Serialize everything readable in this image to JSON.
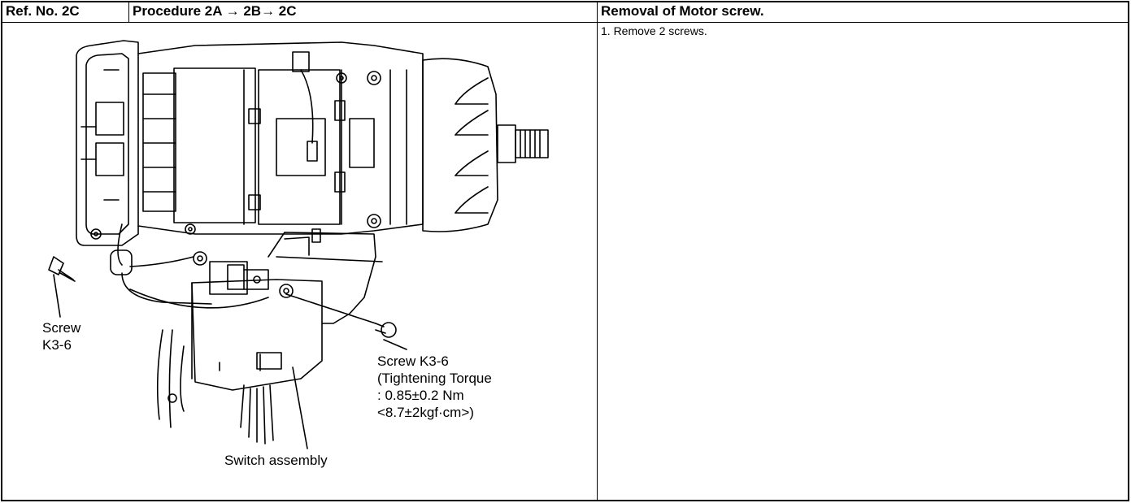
{
  "header": {
    "ref_no": "Ref. No. 2C",
    "procedure": "Procedure  2A → 2B→ 2C",
    "title": "Removal of Motor screw."
  },
  "instructions": {
    "step1": "1. Remove 2 screws."
  },
  "illustration": {
    "left_screw_line1": "Screw",
    "left_screw_line2": "K3-6",
    "right_screw_line1": "Screw K3-6",
    "right_screw_line2": "(Tightening Torque",
    "right_screw_line3": ": 0.85±0.2 Nm",
    "right_screw_line4": "<8.7±2kgf·cm>)",
    "switch_label": "Switch assembly"
  }
}
